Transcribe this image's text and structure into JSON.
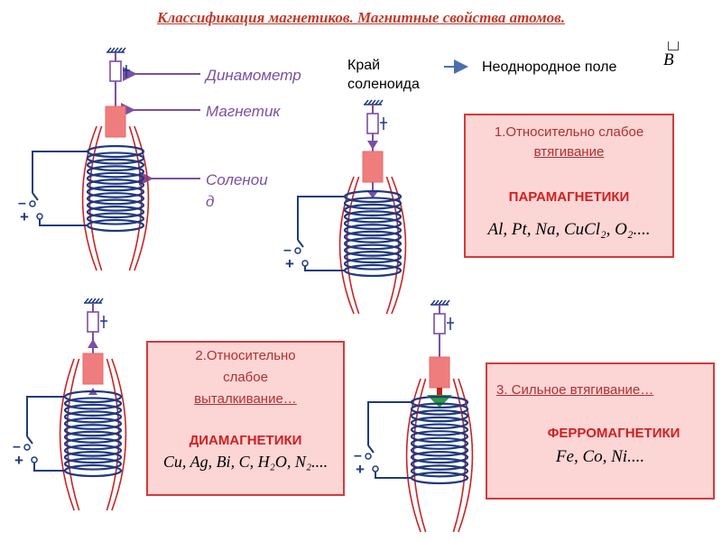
{
  "title": "Классификация магнетиков. Магнитные свойства атомов.",
  "labels": {
    "dynamometer": "Динамометр",
    "magnet": "Магнетик",
    "solenoid_line1": "Соленои",
    "solenoid_line2": "д",
    "edge_line1": "Край",
    "edge_line2": "соленоида",
    "nonuniform_field": "Неоднородное поле",
    "field_symbol": "B"
  },
  "boxes": {
    "paramagnetic": {
      "line1": "1.Относительно слабое",
      "line2": "втягивание",
      "heading": "ПАРАМАГНЕТИКИ",
      "formula": "Al, Pt, Na, CuCl₂, O₂...."
    },
    "diamagnetic": {
      "line1": "2.Относительно",
      "line2": "слабое",
      "line3": "выталкивание…",
      "heading": "ДИАМАГНЕТИКИ",
      "formula": "Cu, Ag, Bi, C, H₂O, N₂...."
    },
    "ferromagnetic": {
      "line1": "3. Сильное втягивание…",
      "heading": "ФЕРРОМАГНЕТИКИ",
      "formula": "Fe, Co, Ni...."
    }
  },
  "terminals": {
    "minus": "–",
    "plus": "+"
  },
  "colors": {
    "title": "#c0392b",
    "label_purple": "#7b4fa5",
    "field_lines": "#cc2222",
    "coil": "#1f3a80",
    "magnet": "#ef7d7d",
    "box_fill": "#fcd5d5",
    "box_border": "#d43a3a",
    "arrow_green": "#2e9e3a"
  }
}
